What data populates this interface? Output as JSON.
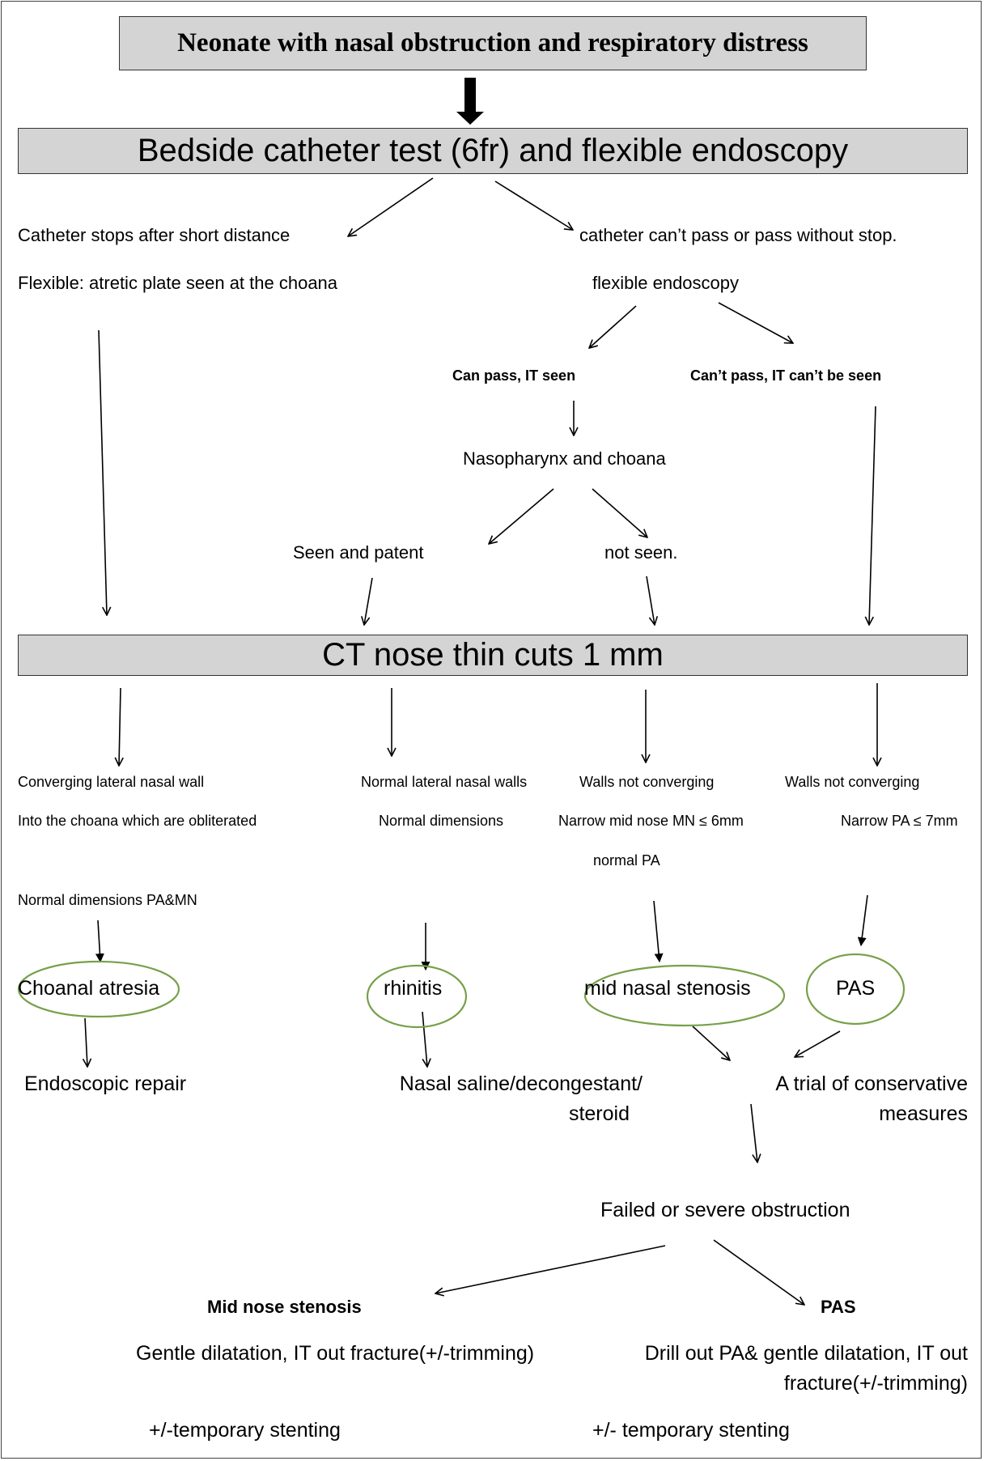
{
  "colors": {
    "box_fill": "#d4d4d4",
    "ellipse_stroke": "#77a04a",
    "line": "#000000"
  },
  "title": "Neonate with nasal obstruction and respiratory distress",
  "step1": "Bedside catheter test (6fr) and flexible endoscopy",
  "left": {
    "line1": "Catheter stops after short distance",
    "line2": "Flexible:  atretic plate seen at the choana"
  },
  "right": {
    "line1": "catheter can’t pass or pass without stop.",
    "line2": "flexible endoscopy"
  },
  "endo": {
    "can_pass": "Can pass, IT seen",
    "cant_pass": "Can’t pass, IT can’t be seen",
    "nasopharynx": "Nasopharynx and choana",
    "seen_patent": "Seen and patent",
    "not_seen": "not seen."
  },
  "ct": "CT nose thin cuts 1 mm",
  "col1": {
    "l1": "Converging lateral nasal wall",
    "l2": "Into the choana which are obliterated",
    "l3": "Normal dimensions PA&MN"
  },
  "col2": {
    "l1": "Normal lateral nasal walls",
    "l2": "Normal dimensions"
  },
  "col3": {
    "l1": "Walls not converging",
    "l2": "Narrow mid nose MN ≤ 6mm",
    "l3": "normal PA"
  },
  "col4": {
    "l1": "Walls not converging",
    "l2": "Narrow PA ≤ 7mm"
  },
  "dx": {
    "choanal_atresia": "Choanal atresia",
    "rhinitis": "rhinitis",
    "mid_nasal_stenosis": "mid nasal stenosis",
    "pas": "PAS"
  },
  "tx": {
    "endoscopic_repair": "Endoscopic repair",
    "saline_1": "Nasal saline/decongestant/",
    "saline_2": "steroid",
    "trial_1": "A trial of conservative",
    "trial_2": "measures"
  },
  "failed": "Failed or severe obstruction",
  "final_mid": {
    "heading": "Mid nose stenosis",
    "line1": "Gentle dilatation, IT out fracture(+/-trimming)",
    "line2": "+/-temporary stenting"
  },
  "final_pas": {
    "heading": "PAS",
    "line1": "Drill out PA& gentle dilatation, IT out",
    "line2": "fracture(+/-trimming)",
    "line3": "+/- temporary stenting"
  }
}
